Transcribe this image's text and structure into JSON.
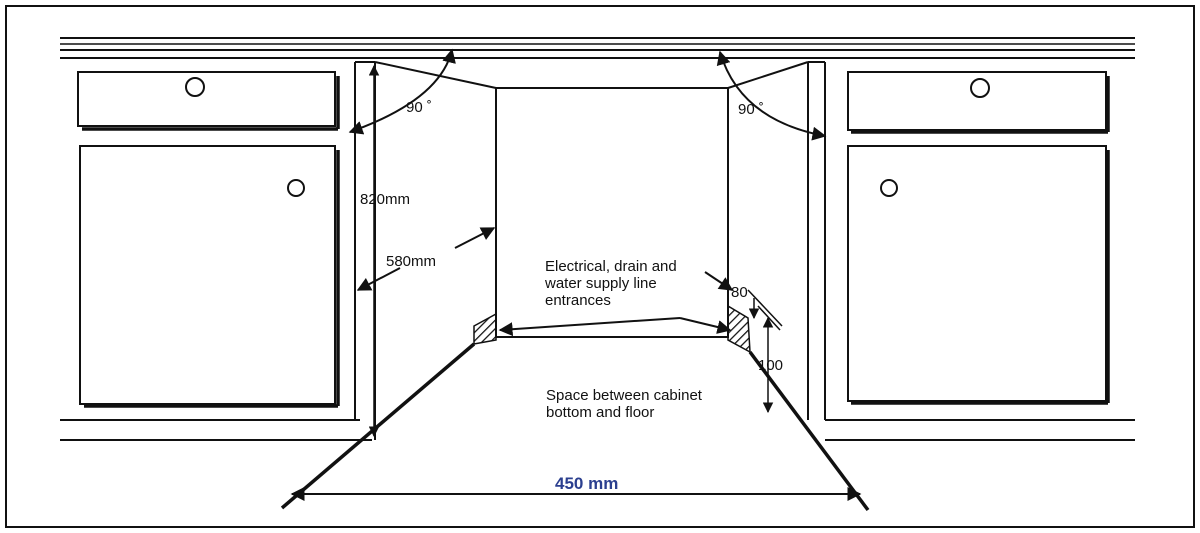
{
  "colors": {
    "line": "#111111",
    "accent_label": "#2b3f8f",
    "background": "#ffffff"
  },
  "labels": {
    "angle_left": "90 ˚",
    "angle_right": "90 ˚",
    "height": "820mm",
    "depth": "580mm",
    "entrance_line1": "Electrical, drain and",
    "entrance_line2": "water supply line",
    "entrance_line3": "entrances",
    "dim_80": "80",
    "dim_100": "100",
    "space_line1": "Space between cabinet",
    "space_line2": "bottom and floor",
    "width": "450 mm"
  }
}
